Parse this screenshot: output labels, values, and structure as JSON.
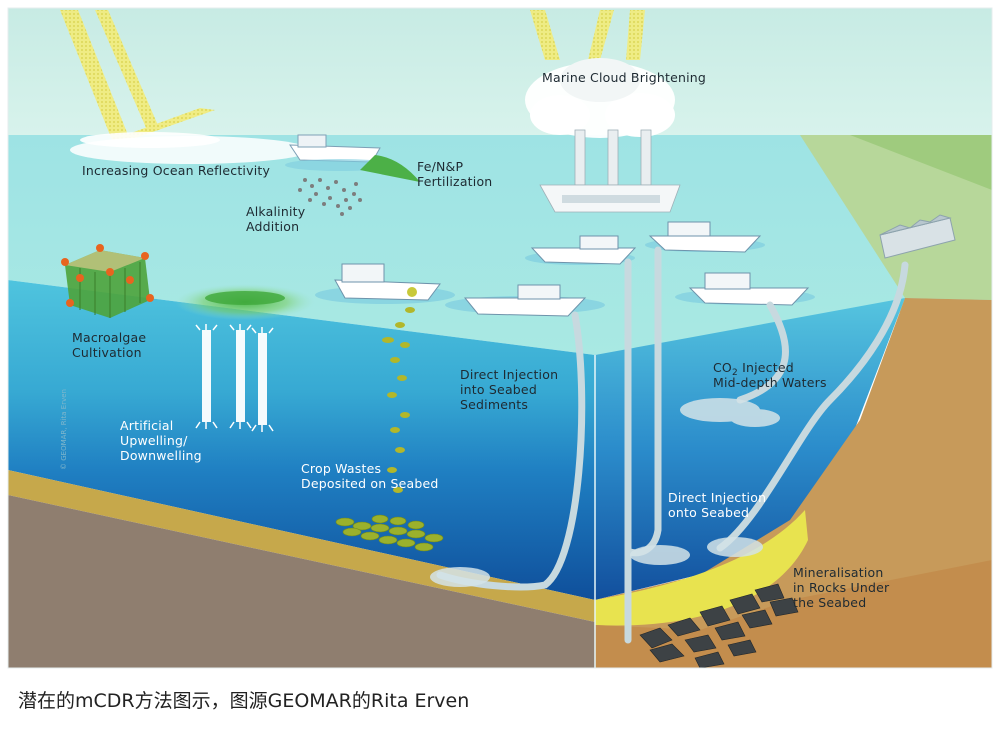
{
  "labels": {
    "marine_cloud": "Marine Cloud Brightening",
    "ocean_reflectivity": "Increasing Ocean Reflectivity",
    "fertilization": "Fe/N&P\nFertilization",
    "alkalinity": "Alkalinity\nAddition",
    "macroalgae": "Macroalgae\nCultivation",
    "upwelling": "Artificial\nUpwelling/\nDownwelling",
    "crop_wastes": "Crop Wastes\nDeposited on Seabed",
    "direct_sediments": "Direct Injection\ninto Seabed\nSediments",
    "co2_prefix": "CO",
    "co2_sub": "2",
    "co2_suffix": " Injected\nMid-depth Waters",
    "direct_onto": "Direct Injection\nonto Seabed",
    "mineralisation": "Mineralisation\nin Rocks Under\nthe Seabed"
  },
  "credit": "© GEOMAR, Rita Erven",
  "caption": "潜在的mCDR方法图示，图源GEOMAR的Rita Erven"
}
